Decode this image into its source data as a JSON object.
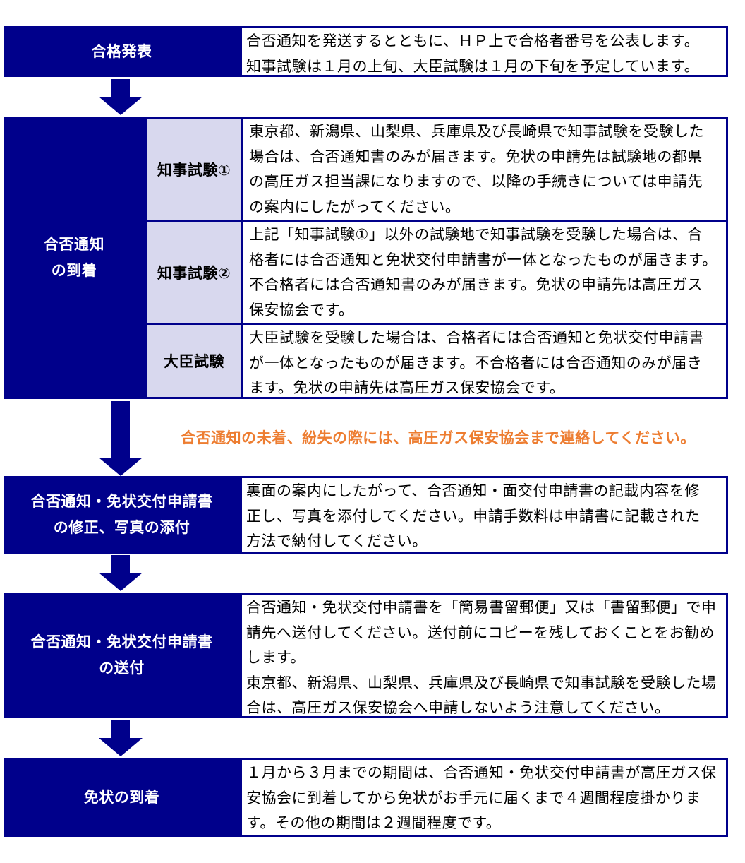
{
  "colors": {
    "navy": "#00008B",
    "lavender": "#D8D8EE",
    "orange": "#ED7D31",
    "header_text": "#FFFFFF",
    "body_text": "#000000"
  },
  "icons": {
    "down_arrow": "css-triangle-down"
  },
  "flow": {
    "step1": {
      "header": "合格発表",
      "body": "合否通知を発送するとともに、ＨＰ上で合格者番号を公表します。\n知事試験は１月の上旬、大臣試験は１月の下旬を予定しています。"
    },
    "step2": {
      "header": "合否通知\nの到着",
      "rows": [
        {
          "label": "知事試験①",
          "body": "東京都、新潟県、山梨県、兵庫県及び長崎県で知事試験を受験した\n場合は、合否通知書のみが届きます。免状の申請先は試験地の都県\nの高圧ガス担当課になりますので、以降の手続きについては申請先\nの案内にしたがってください。"
        },
        {
          "label": "知事試験②",
          "body": "上記「知事試験①」以外の試験地で知事試験を受験した場合は、合\n格者には合否通知と免状交付申請書が一体となったものが届きます。\n不合格者には合否通知書のみが届きます。免状の申請先は高圧ガス\n保安協会です。"
        },
        {
          "label": "大臣試験",
          "body": "大臣試験を受験した場合は、合格者には合否通知と免状交付申請書\nが一体となったものが届きます。不合格者には合否通知のみが届き\nます。免状の申請先は高圧ガス保安協会です。"
        }
      ]
    },
    "notice": "合否通知の未着、紛失の際には、高圧ガス保安協会まで連絡してください。",
    "step3": {
      "header": "合否通知・免状交付申請書\nの修正、写真の添付",
      "body": "裏面の案内にしたがって、合否通知・面交付申請書の記載内容を修\n正し、写真を添付してください。申請手数料は申請書に記載された\n方法で納付してください。"
    },
    "step4": {
      "header": "合否通知・免状交付申請書\nの送付",
      "body": "合否通知・免状交付申請書を「簡易書留郵便」又は「書留郵便」で申\n請先へ送付してください。送付前にコピーを残しておくことをお勧め\nします。\n東京都、新潟県、山梨県、兵庫県及び長崎県で知事試験を受験した場\n合は、高圧ガス保安協会へ申請しないよう注意してください。"
    },
    "step5": {
      "header": "免状の到着",
      "body": "１月から３月までの期間は、合否通知・免状交付申請書が高圧ガス保\n安協会に到着してから免状がお手元に届くまで４週間程度掛かりま\nす。その他の期間は２週間程度です。"
    }
  }
}
